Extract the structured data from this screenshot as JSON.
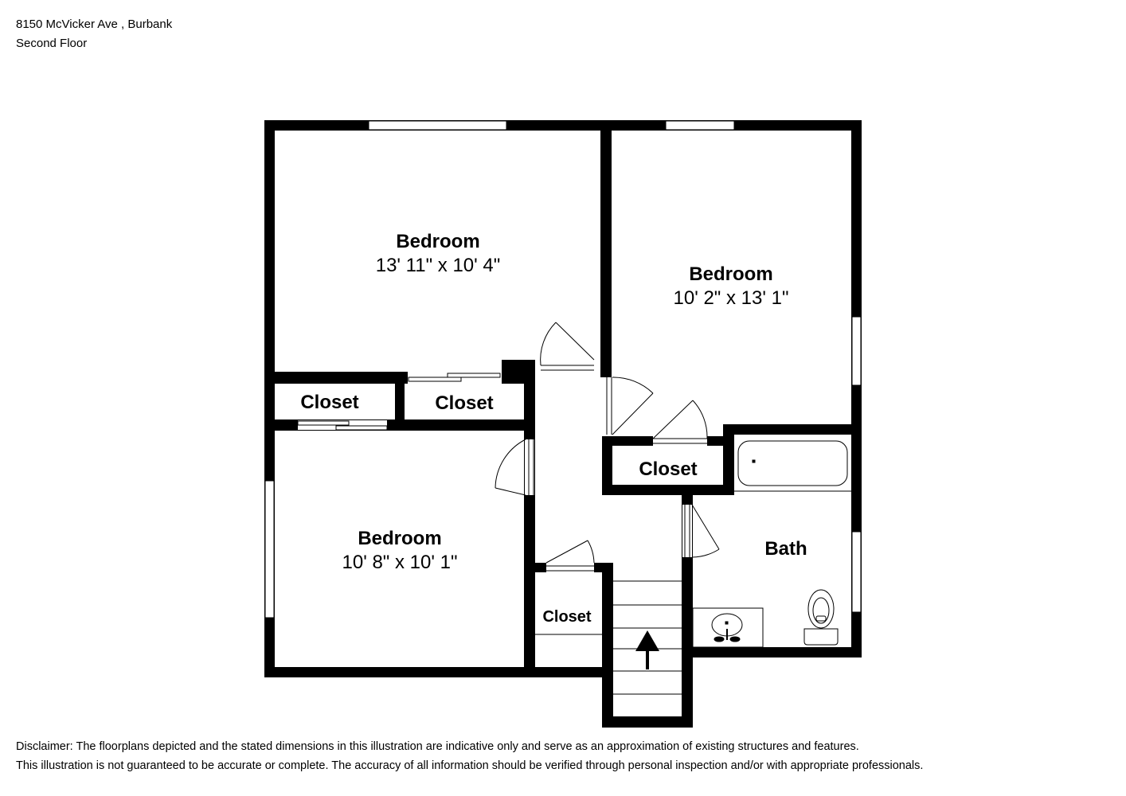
{
  "header": {
    "address": "8150 McVicker Ave , Burbank",
    "floor": "Second Floor"
  },
  "rooms": {
    "bedroom_top_left": {
      "name": "Bedroom",
      "dims": "13' 11\" x 10' 4\""
    },
    "bedroom_top_right": {
      "name": "Bedroom",
      "dims": "10' 2\" x 13' 1\""
    },
    "bedroom_bottom_left": {
      "name": "Bedroom",
      "dims": "10' 8\" x 10' 1\""
    },
    "closet_left": {
      "name": "Closet"
    },
    "closet_middle": {
      "name": "Closet"
    },
    "closet_right": {
      "name": "Closet"
    },
    "closet_small": {
      "name": "Closet"
    },
    "bath": {
      "name": "Bath"
    }
  },
  "disclaimer": {
    "line1": "Disclaimer: The floorplans depicted and the stated dimensions in this illustration are indicative only and serve as an approximation of existing structures and features.",
    "line2": "This illustration is not guaranteed to be accurate or complete. The accuracy of all information should be verified through personal inspection and/or with appropriate professionals."
  }
}
